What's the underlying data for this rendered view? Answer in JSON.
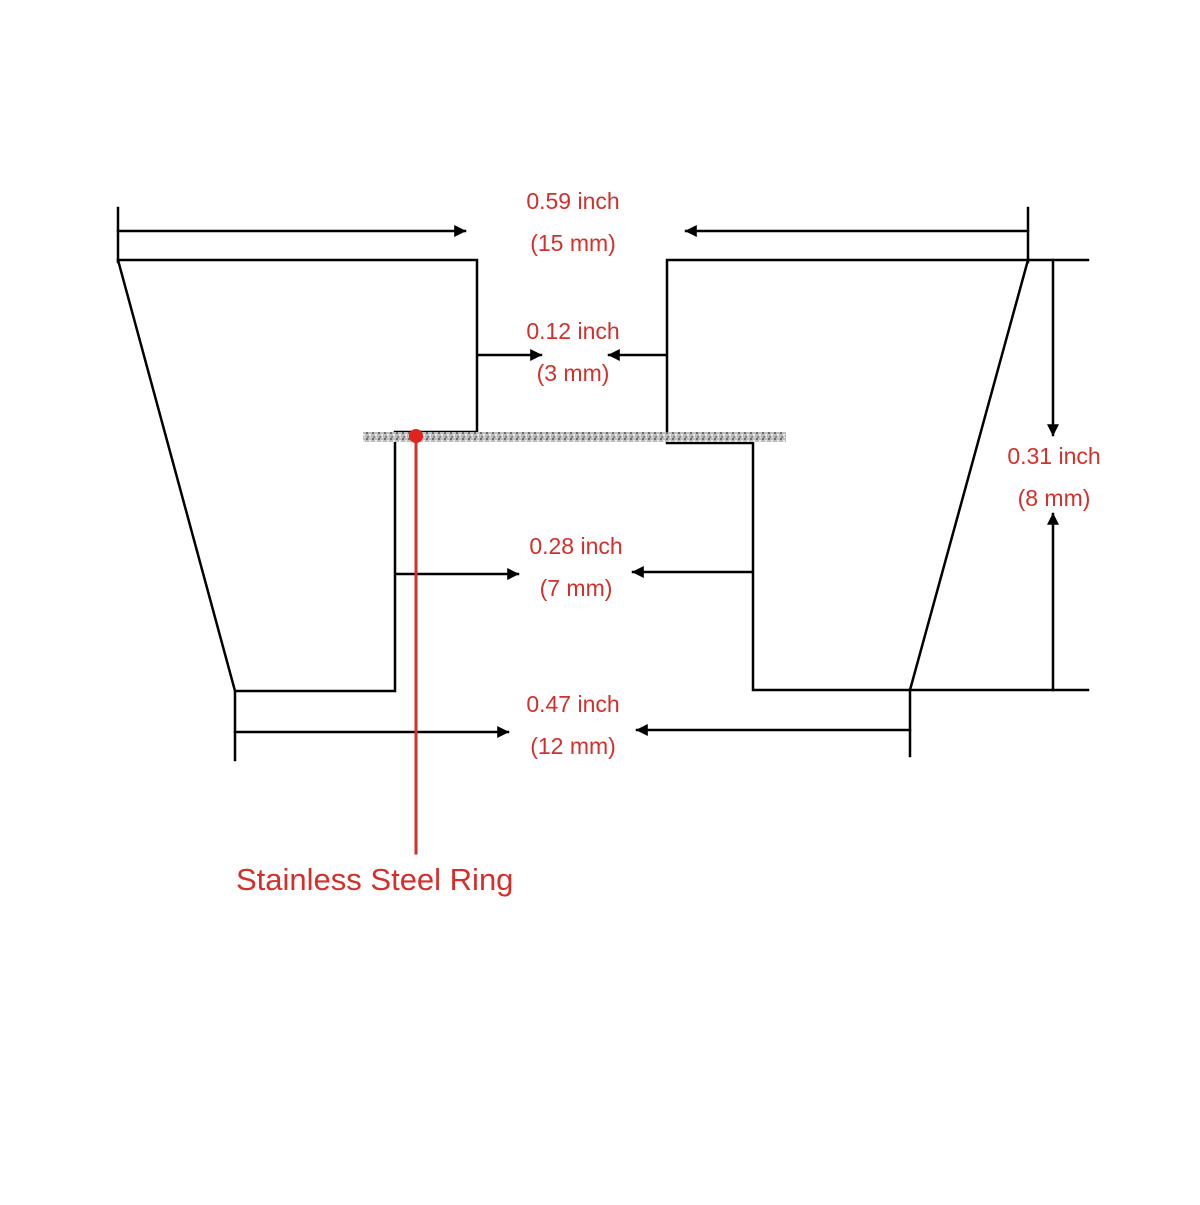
{
  "dimensions": {
    "top_width": {
      "inch": "0.59 inch",
      "mm": "(15 mm)"
    },
    "gap_width": {
      "inch": "0.12 inch",
      "mm": "(3 mm)"
    },
    "height": {
      "inch": "0.31 inch",
      "mm": "(8 mm)"
    },
    "inner_width": {
      "inch": "0.28 inch",
      "mm": "(7 mm)"
    },
    "bottom_width": {
      "inch": "0.47 inch",
      "mm": "(12 mm)"
    }
  },
  "callout": {
    "label": "Stainless Steel Ring"
  },
  "colors": {
    "line": "#000000",
    "annotation": "#d4302b",
    "ring": "#a9a9a9"
  }
}
